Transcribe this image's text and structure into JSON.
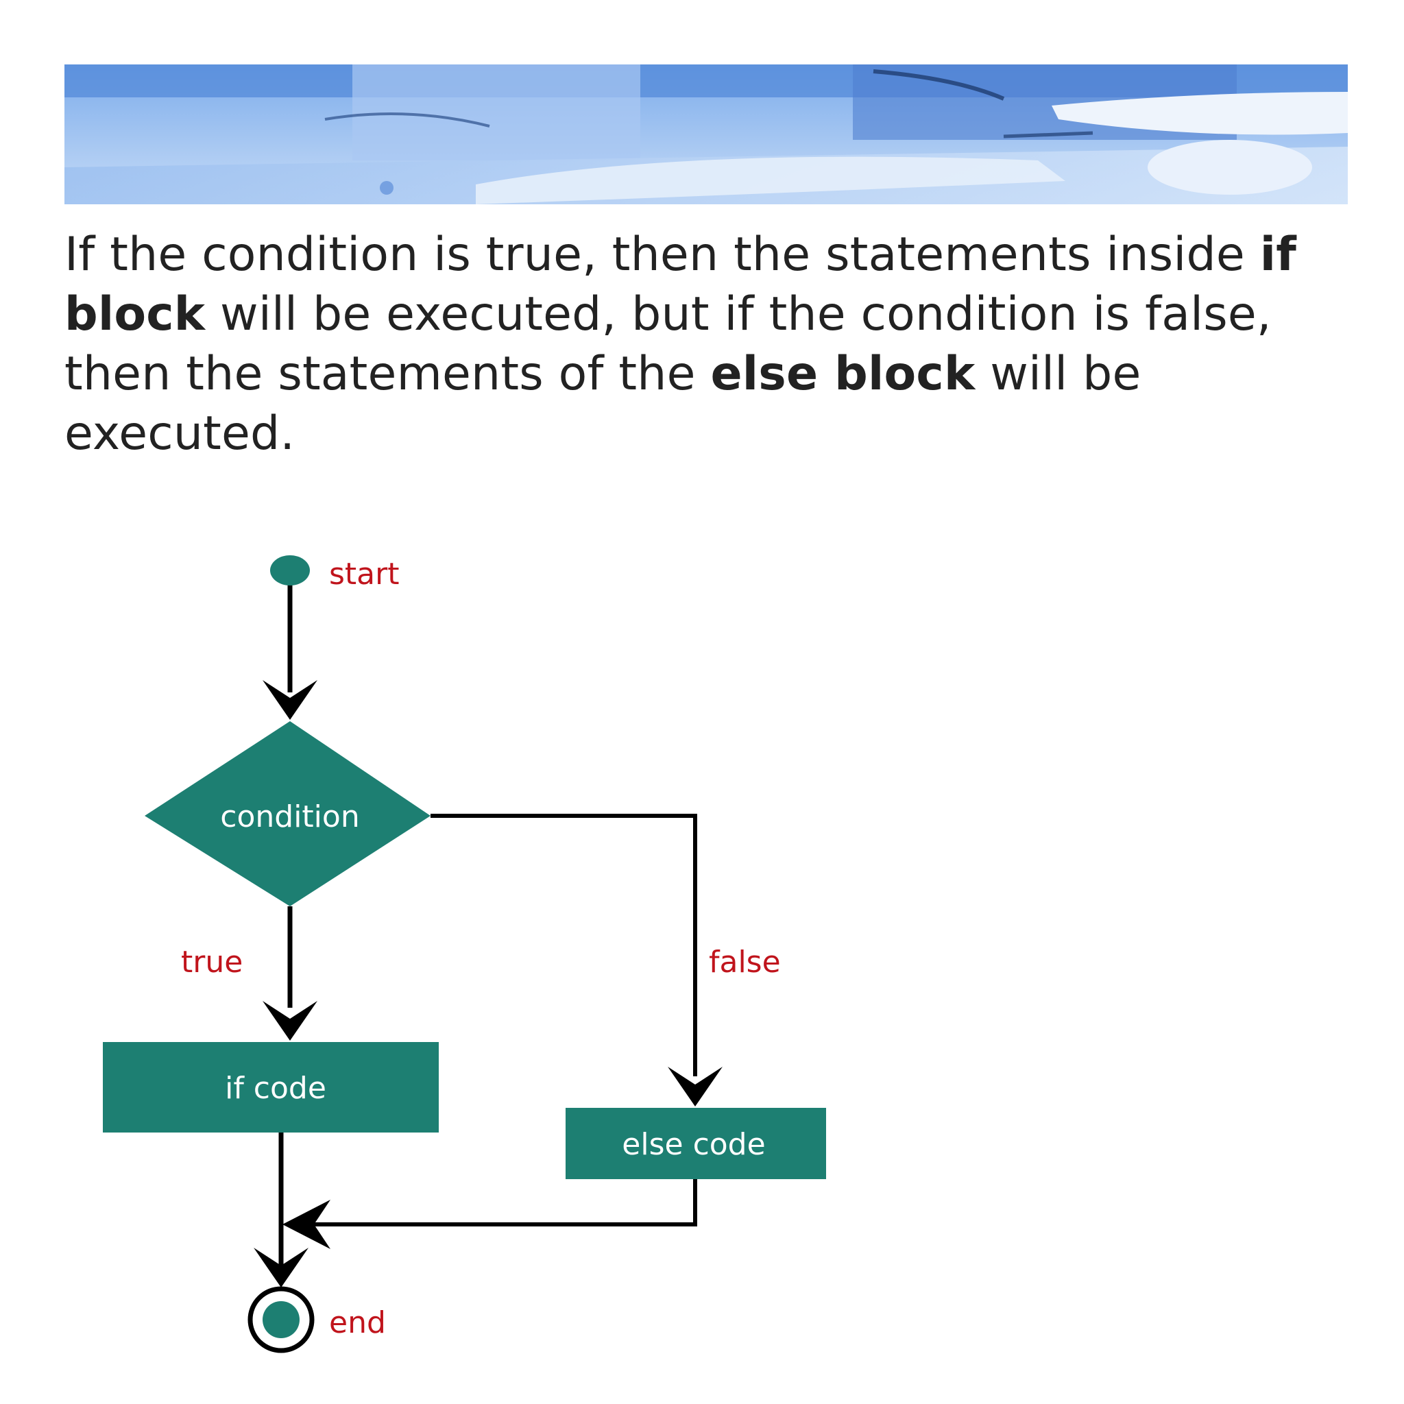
{
  "paragraph": {
    "part1": "If the condition is true, then the statements inside ",
    "bold1": "if block",
    "part2": " will be executed, but if the condition is false, then the statements of the ",
    "bold2": "else block",
    "part3": " will be executed."
  },
  "flowchart": {
    "start_label": "start",
    "condition_label": "condition",
    "true_label": "true",
    "false_label": "false",
    "if_code_label": "if code",
    "else_code_label": "else code",
    "end_label": "end"
  },
  "colors": {
    "shape_fill": "#1d7f72",
    "label_red": "#c0141c",
    "arrow": "#000000",
    "text": "#222222",
    "banner_blue": "#7faee8"
  }
}
